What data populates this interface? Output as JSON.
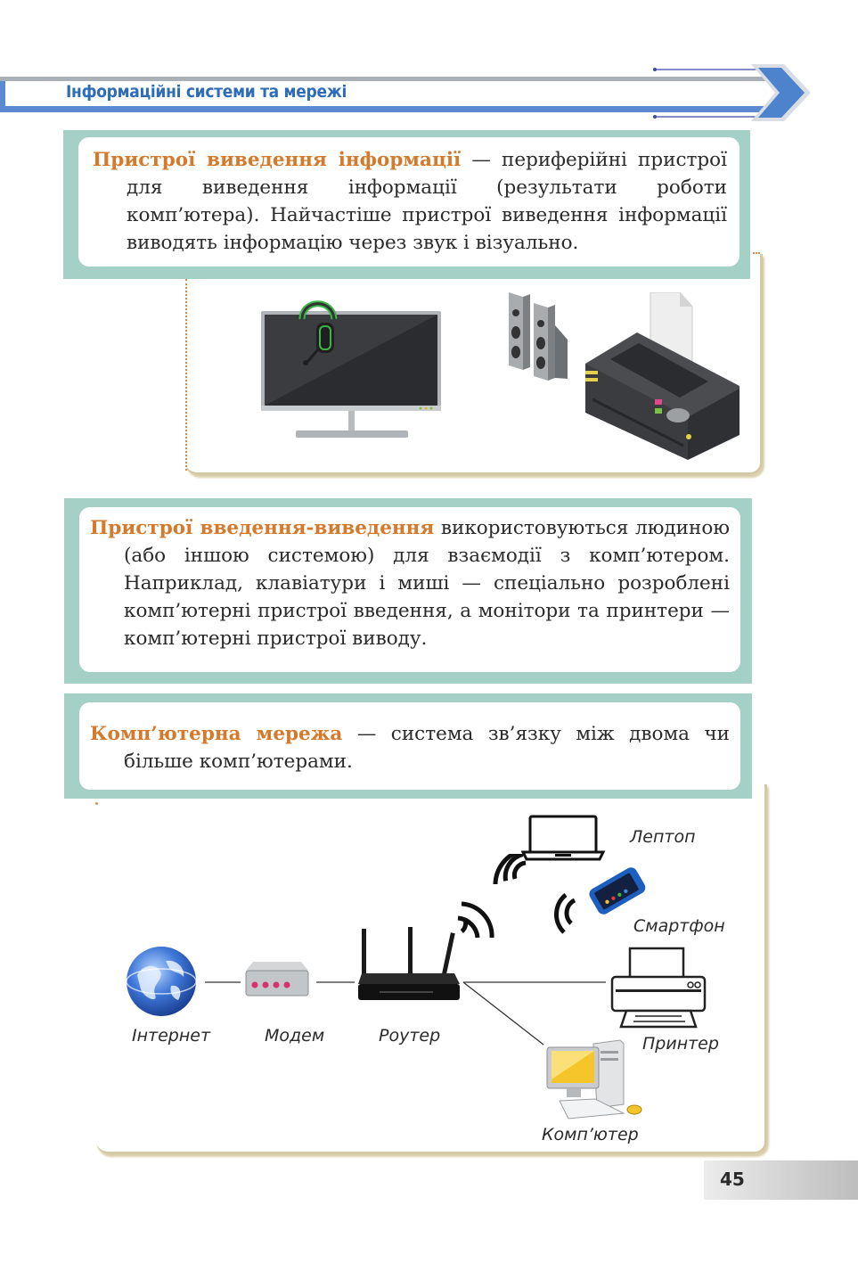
{
  "header": {
    "title": "Інформаційні системи та мережі"
  },
  "defs": {
    "output": {
      "term": "Пристрої виведення інформації",
      "text": " — периферійні пристрої для виведення інформації (результати роботи комп’ютера). Найчастіше пристрої виведення інформації виводять інформацію через звук і візуально."
    },
    "io": {
      "term": "Пристрої введення-виведення",
      "text": " використовуються людиною (або іншою системою) для взаємодії з комп’ютером. Наприклад, клавіатури і миші — спеціально розроблені комп’ютерні пристрої введення, а монітори та принтери — комп’ютерні пристрої виводу."
    },
    "network": {
      "term": "Комп’ютерна мережа",
      "text": " — система зв’язку між двома чи більше комп’ютерами."
    }
  },
  "diagram": {
    "labels": {
      "internet": "Інтернет",
      "modem": "Модем",
      "router": "Роутер",
      "laptop": "Лептоп",
      "smartphone": "Смартфон",
      "printer": "Принтер",
      "computer": "Комп’ютер"
    }
  },
  "page": {
    "number": "45"
  }
}
